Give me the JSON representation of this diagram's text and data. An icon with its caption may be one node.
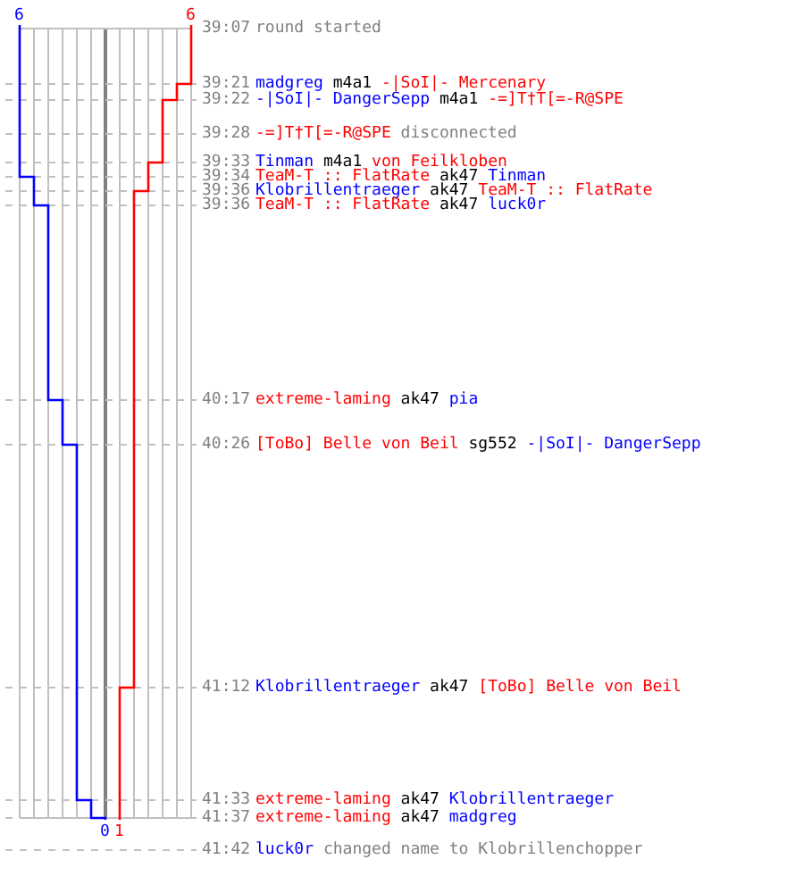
{
  "diagram": {
    "labels": [
      "6",
      "6",
      "39:07",
      "round started",
      "39:21",
      "madgreg",
      "m4a1",
      "-|SoI|- Mercenary",
      "39:22",
      "-|SoI|- DangerSepp",
      "m4a1",
      "-=]T†T[=-R@SPE",
      "39:28",
      "-=]T†T[=-R@SPE",
      "disconnected",
      "39:33",
      "Tinman",
      "m4a1",
      "von Feilkloben",
      "39:34",
      "TeaM-T :: FlatRate",
      "ak47",
      "Tinman",
      "39:36",
      "Klobrillentraeger",
      "ak47",
      "TeaM-T :: FlatRate",
      "39:36",
      "TeaM-T :: FlatRate",
      "ak47",
      "luck0r",
      "40:17",
      "extreme-laming",
      "ak47",
      "pia",
      "40:26",
      "[ToBo] Belle von Beil",
      "sg552",
      "-|SoI|- DangerSepp",
      "41:12",
      "Klobrillentraeger",
      "ak47",
      "[ToBo] Belle von Beil",
      "41:33",
      "extreme-laming",
      "ak47",
      "Klobrillentraeger",
      "41:37",
      "extreme-laming",
      "ak47",
      "madgreg",
      "0",
      "1",
      "41:42",
      "luck0r",
      "changed name to Klobrillenchopper"
    ]
  }
}
